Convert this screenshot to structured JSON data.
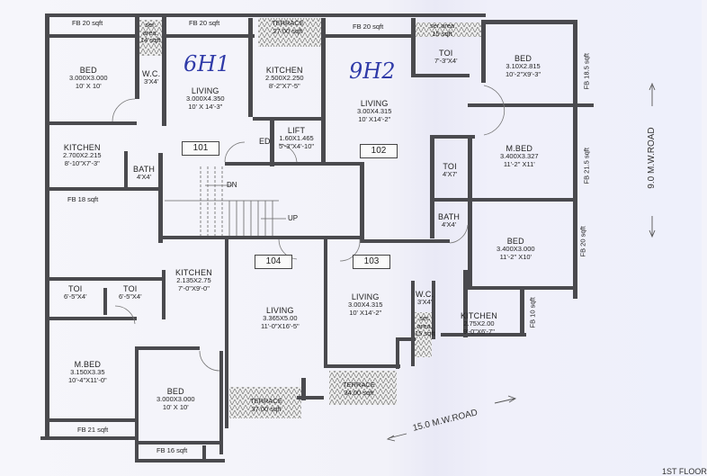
{
  "drawing": {
    "floor_label": "1ST FLOOR",
    "handwritten_notes": [
      "6H1",
      "9H2"
    ],
    "roads": [
      {
        "id": "east-road",
        "label": "9.0 M.W.ROAD"
      },
      {
        "id": "south-road",
        "label": "15.0 M.W.ROAD"
      }
    ],
    "units": [
      "101",
      "102",
      "103",
      "104"
    ],
    "common": {
      "lift": {
        "name": "LIFT",
        "metric": "1.60X1.465",
        "imperial": "5'-3\"X4'-10\""
      },
      "ed": "ED",
      "stair_down": "DN",
      "stair_up": "UP"
    },
    "rooms": {
      "u101_bed": {
        "name": "BED",
        "metric": "3.000X3.000",
        "imperial": "10' X 10'"
      },
      "u101_wc": {
        "name": "W.C.",
        "imperial": "3'X4'"
      },
      "u101_living": {
        "name": "LIVING",
        "metric": "3.000X4.350",
        "imperial": "10' X 14'-3\""
      },
      "u101_kitchen": {
        "name": "KITCHEN",
        "metric": "2.700X2.215",
        "imperial": "8'-10\"X7'-3\""
      },
      "u101_bath": {
        "name": "BATH",
        "imperial": "4'X4'"
      },
      "u101_fb_top": "FB  20 sqft",
      "u101_fb_living": "FB  20 sqft",
      "u101_fb_kitchen": "FB  18 sqft",
      "u101_service": [
        "ser.",
        "area.",
        "14 sqft"
      ],
      "u102_terrace": {
        "name": "TERRACE",
        "area": "27.00 sqft"
      },
      "u102_kitchen": {
        "name": "KITCHEN",
        "metric": "2.500X2.250",
        "imperial": "8'-2\"X7'-5\""
      },
      "u102_fb": "FB  20 sqft",
      "u102_service": [
        "ser.area",
        "15 sqft"
      ],
      "u102_toi1": {
        "name": "TOI",
        "imperial": "7'-3\"X4'"
      },
      "u102_living": {
        "name": "LIVING",
        "metric": "3.00X4.315",
        "imperial": "10' X14'-2\""
      },
      "u102_bed": {
        "name": "BED",
        "metric": "3.10X2.815",
        "imperial": "10'-2\"X9'-3\""
      },
      "u102_fb_bed": "FB  18.5 sqft",
      "u102_mbed": {
        "name": "M.BED",
        "metric": "3.400X3.327",
        "imperial": "11'-2\" X11'"
      },
      "u102_fb_mbed": "FB  21.5 sqft",
      "u102_toi2": {
        "name": "TOI",
        "imperial": "4'X7'"
      },
      "u103_bath": {
        "name": "BATH",
        "imperial": "4'X4'"
      },
      "u103_bed": {
        "name": "BED",
        "metric": "3.400X3.000",
        "imperial": "11'-2\" X10'"
      },
      "u103_fb_bed": "FB  20 sqft",
      "u103_living": {
        "name": "LIVING",
        "metric": "3.00X4.315",
        "imperial": "10' X14'-2\""
      },
      "u103_wc": {
        "name": "W.C.",
        "imperial": "3'X4'"
      },
      "u103_service": [
        "ser.",
        "area.",
        "15 sqft"
      ],
      "u103_kitchen": {
        "name": "KITCHEN",
        "metric": "2.75X2.00",
        "imperial": "9'-0\"X6'-7\""
      },
      "u103_fb_kitchen": "FB  10 sqft",
      "u103_terrace": {
        "name": "TERRACE",
        "area": "34.00 sqft"
      },
      "u104_kitchen": {
        "name": "KITCHEN",
        "metric": "2.135X2.75",
        "imperial": "7'-0\"X9'-0\""
      },
      "u104_toi1": {
        "name": "TOI",
        "imperial": "6'-5\"X4'"
      },
      "u104_toi2": {
        "name": "TOI",
        "imperial": "6'-5\"X4'"
      },
      "u104_living": {
        "name": "LIVING",
        "metric": "3.365X5.00",
        "imperial": "11'-0\"X16'-5\""
      },
      "u104_mbed": {
        "name": "M.BED",
        "metric": "3.150X3.35",
        "imperial": "10'-4\"X11'-0\""
      },
      "u104_bed": {
        "name": "BED",
        "metric": "3.000X3.000",
        "imperial": "10' X 10'"
      },
      "u104_fb_mbed": "FB  21 sqft",
      "u104_fb_bed": "FB  16 sqft",
      "u104_terrace": {
        "name": "TERRACE",
        "area": "37.00 sqft"
      }
    }
  },
  "colors": {
    "wall": "#4a4a4e",
    "paper": "#f3f3fa",
    "ink": "#222222",
    "handwriting": "#2f3aa8"
  }
}
